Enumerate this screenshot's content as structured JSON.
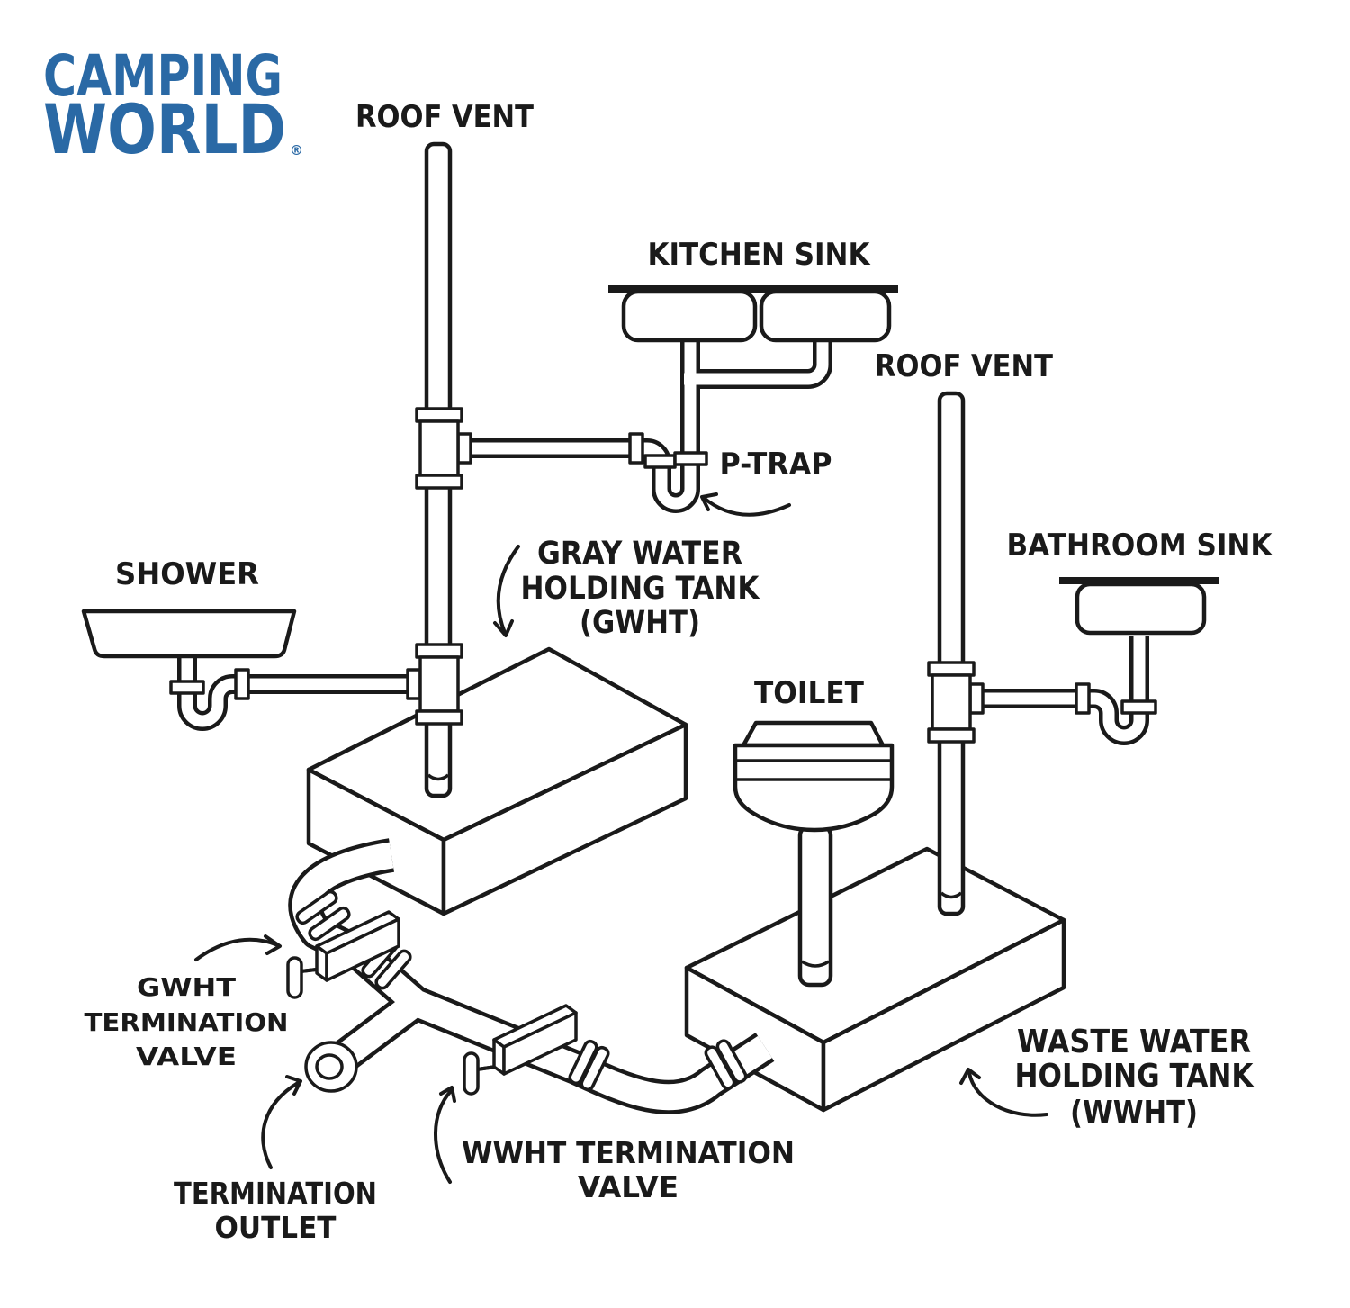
{
  "logo": {
    "line1": "CAMPING",
    "line2": "WORLD",
    "reg": "®"
  },
  "labels": {
    "roof_vent_left": "ROOF VENT",
    "roof_vent_right": "ROOF VENT",
    "kitchen_sink": "KITCHEN SINK",
    "p_trap": "P-TRAP",
    "bathroom_sink": "BATHROOM SINK",
    "shower": "SHOWER",
    "toilet": "TOILET",
    "gwht_tank": [
      "GRAY WATER",
      "HOLDING TANK",
      "(GWHT)"
    ],
    "wwht_tank": [
      "WASTE WATER",
      "HOLDING TANK",
      "(WWHT)"
    ],
    "gwht_valve": [
      "GWHT",
      "TERMINATION",
      "VALVE"
    ],
    "termination_outlet": [
      "TERMINATION",
      "OUTLET"
    ],
    "wwht_valve": [
      "WWHT TERMINATION",
      "VALVE"
    ]
  },
  "colors": {
    "line": "#1a1a1a",
    "background": "#ffffff",
    "logo_blue": "#2a69a5"
  }
}
